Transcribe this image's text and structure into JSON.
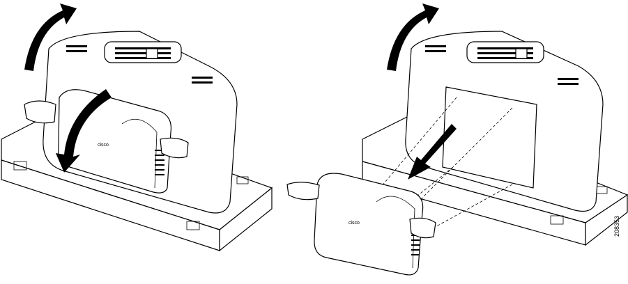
{
  "figure": {
    "id": "208353",
    "panels": [
      "left-panel-remove-cover",
      "right-panel-detach-cover"
    ]
  }
}
